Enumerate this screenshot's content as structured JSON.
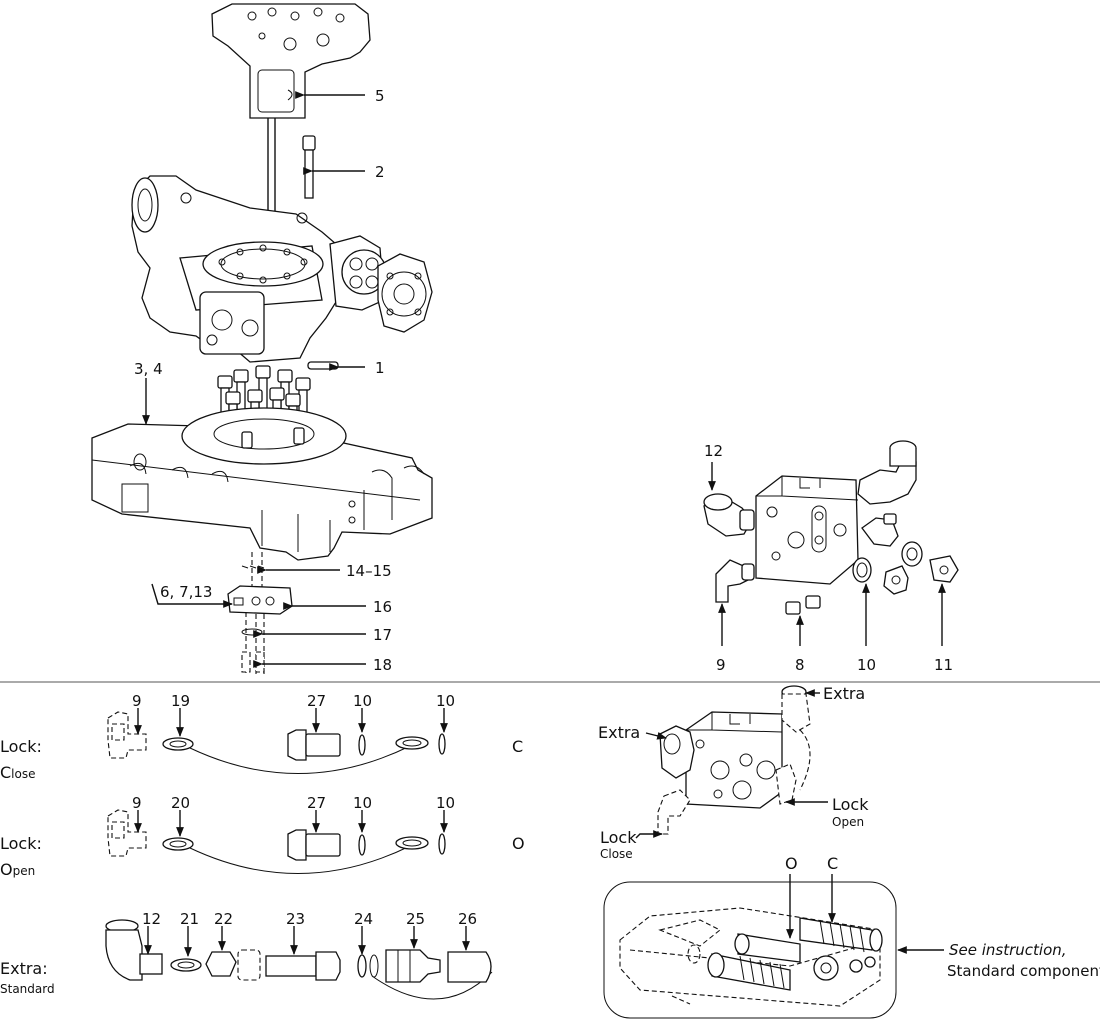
{
  "callouts": {
    "c5": "5",
    "c2": "2",
    "c1": "1",
    "c34": "3, 4",
    "c1415": "14–15",
    "c6713": "6, 7,13",
    "c16": "16",
    "c17": "17",
    "c18": "18",
    "c12": "12",
    "c9": "9",
    "c8": "8",
    "c10": "10",
    "c11": "11"
  },
  "rows": {
    "close": {
      "title": "Lock:",
      "sub_initial": "C",
      "sub_rest": "lose",
      "n9": "9",
      "n19": "19",
      "n27": "27",
      "n10a": "10",
      "n10b": "10",
      "code": "C"
    },
    "open": {
      "title": "Lock:",
      "sub_initial": "O",
      "sub_rest": "pen",
      "n9": "9",
      "n20": "20",
      "n27": "27",
      "n10a": "10",
      "n10b": "10",
      "code": "O"
    },
    "extra": {
      "title": "Extra:",
      "sub": "Standard",
      "n12": "12",
      "n21": "21",
      "n22": "22",
      "n23": "23",
      "n24": "24",
      "n25": "25",
      "n26": "26"
    }
  },
  "valve": {
    "extra_top": "Extra",
    "extra_left": "Extra",
    "lock_open": "Lock",
    "lock_open_sub": "Open",
    "lock_close": "Lock",
    "lock_close_sub": "Close"
  },
  "detail": {
    "o_label": "O",
    "c_label": "C",
    "see_instruction": "See instruction,",
    "standard_components": "Standard components"
  }
}
